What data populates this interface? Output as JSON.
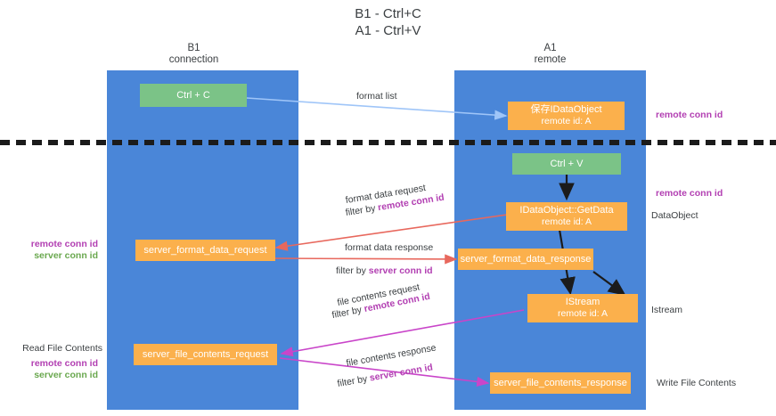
{
  "diagram": {
    "title_line1": "B1 - Ctrl+C",
    "title_line2": "A1 - Ctrl+V",
    "colors": {
      "lane": "#4a86d8",
      "node_green": "#7bc387",
      "node_orange": "#fbb04c",
      "accent_purple": "#b23fb2",
      "accent_green": "#6aa84f",
      "arrow_blue": "#9fc5f8",
      "arrow_red": "#e8685d",
      "arrow_magenta": "#c945c9",
      "arrow_black": "#1b1b1b",
      "divider": "#1b1b1b",
      "text": "#3c4043"
    },
    "columns": [
      {
        "name": "B1",
        "role": "connection"
      },
      {
        "name": "A1",
        "role": "remote"
      }
    ],
    "nodes": {
      "ctrl_c": {
        "line1": "Ctrl + C"
      },
      "save_idataobject": {
        "line1": "保存IDataObject",
        "line2": "remote id: A"
      },
      "ctrl_v": {
        "line1": "Ctrl + V"
      },
      "getdata": {
        "line1": "IDataObject::GetData",
        "line2": "remote id: A"
      },
      "server_format_data_request": {
        "line1": "server_format_data_request"
      },
      "server_format_data_response": {
        "line1": "server_format_data_response"
      },
      "istream": {
        "line1": "IStream",
        "line2": "remote id: A"
      },
      "server_file_contents_request": {
        "line1": "server_file_contents_request"
      },
      "server_file_contents_response": {
        "line1": "server_file_contents_response"
      }
    },
    "edge_labels": {
      "format_list": "format list",
      "format_data_request": "format data request",
      "format_data_request_filter_prefix": "filter by ",
      "format_data_request_filter_key": "remote conn id",
      "format_data_response": "format data response",
      "format_data_response_filter_prefix": "filter by ",
      "format_data_response_filter_key": "server conn id",
      "file_contents_request": "file contents request",
      "file_contents_request_filter_prefix": "filter by ",
      "file_contents_request_filter_key": "remote conn id",
      "file_contents_response": "file contents response",
      "file_contents_response_filter_prefix": "filter by ",
      "file_contents_response_filter_key": "server conn id"
    },
    "side_labels": {
      "right_remote_conn_id_top": "remote conn id",
      "right_remote_conn_id_mid": "remote conn id",
      "right_dataobject": "DataObject",
      "right_istream": "Istream",
      "right_write_file_contents": "Write File Contents",
      "left_remote_conn_id": "remote conn id",
      "left_server_conn_id": "server conn id",
      "left_read_file_contents": "Read File Contents",
      "left_remote_conn_id2": "remote conn id",
      "left_server_conn_id2": "server conn id"
    }
  }
}
